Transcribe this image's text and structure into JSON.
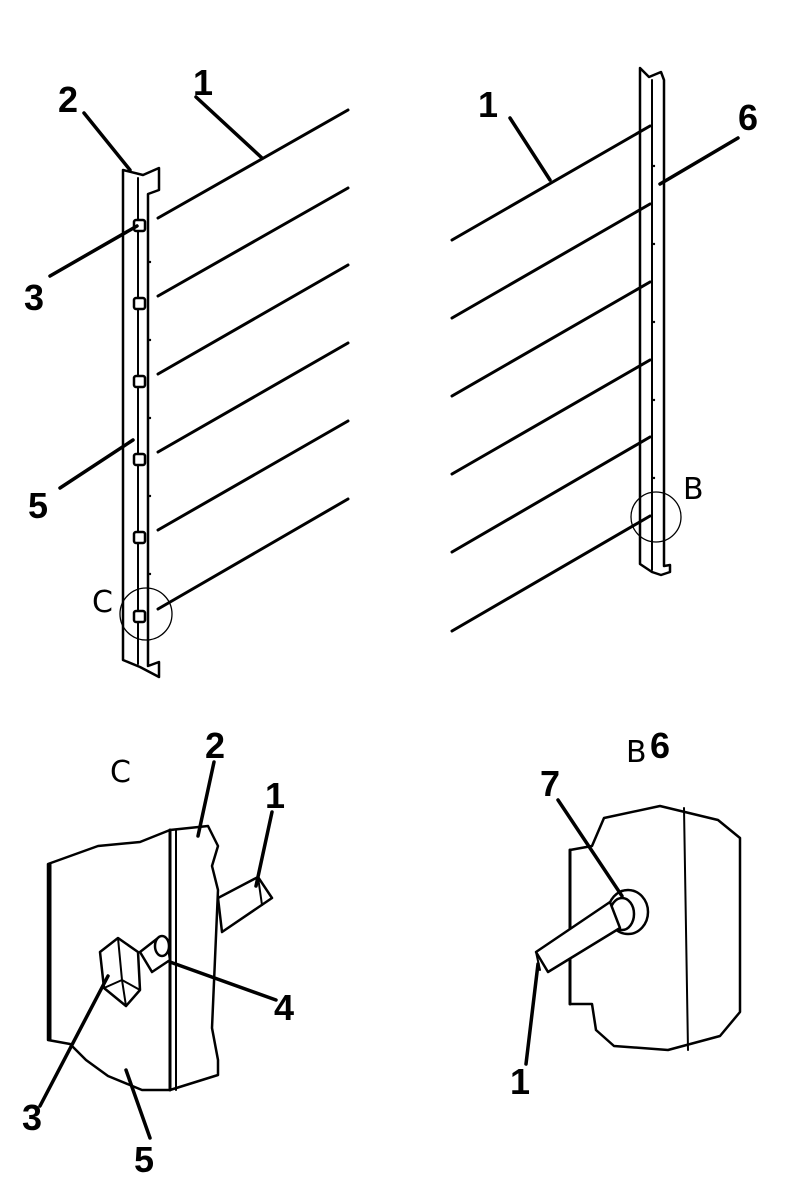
{
  "callouts": {
    "wire_rod": "1",
    "left_rail": "2",
    "knob": "3",
    "washer_pin": "4",
    "rail_face": "5",
    "right_rail": "6",
    "bushing": "7"
  },
  "detail_labels": {
    "detail_c": "C",
    "detail_b": "B"
  }
}
